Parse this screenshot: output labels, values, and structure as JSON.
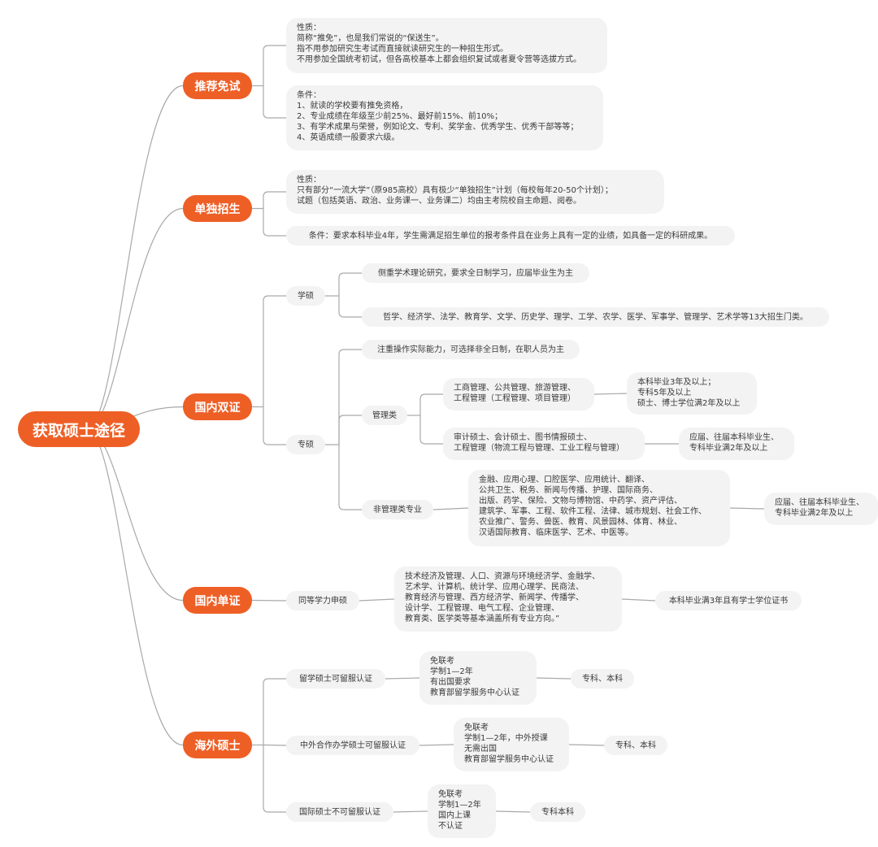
{
  "root": "获取硕士途径",
  "nodes": {
    "b_tuimian": "推荐免试",
    "tm_xingzhi": "性质：\n简称“推免”，也是我们常说的“保送生”。\n指不用参加研究生考试而直接就读研究生的一种招生形式。\n不用参加全国统考初试，但各高校基本上都会组织复试或者夏令营等选拔方式。",
    "tm_tiaojian": "条件：\n1、就读的学校要有推免资格，\n2、专业成绩在年级至少前25%、最好前15%、前10%；\n3、有学术成果与荣誉，例如论文、专利、奖学金、优秀学生、优秀干部等等；\n4、英语成绩一般要求六级。",
    "b_dandu": "单独招生",
    "dd_xingzhi": "性质：\n只有部分“一流大学”（原985高校）具有极少“单独招生”计划（每校每年20-50个计划）；\n试题（包括英语、政治、业务课一、业务课二）均由主考院校自主命题、阅卷。",
    "dd_tiaojian": "条件：要求本科毕业4年，学生需满足招生单位的报考条件且在业务上具有一定的业绩，如具备一定的科研成果。",
    "b_shuangzheng": "国内双证",
    "xueshuo": "学硕",
    "xs_1": "侧重学术理论研究，要求全日制学习，应届毕业生为主",
    "xs_2": "哲学、经济学、法学、教育学、文学、历史学、理学、工学、农学、医学、军事学、管理学、艺术学等13大招生门类。",
    "zhuanshuo": "专硕",
    "zs_1": "注重操作实际能力，可选择非全日制，在职人员为主",
    "guanli": "管理类",
    "gl_1": "工商管理、公共管理、旅游管理、\n工程管理（工程管理、项目管理）",
    "gl_1r": "本科毕业3年及以上；\n专科5年及以上\n硕士、博士学位满2年及以上",
    "gl_2": "审计硕士、会计硕士、图书情报硕士、\n工程管理（物流工程与管理、工业工程与管理）",
    "gl_2r": "应届、往届本科毕业生、\n专科毕业满2年及以上",
    "feiguanli": "非管理类专业",
    "fg_1": "金融、应用心理、口腔医学、应用统计、翻译、\n公共卫生、税务、新闻与传播、护理、国际商务、\n出版、药学、保险、文物与博物馆、中药学、资产评估、\n建筑学、军事、工程、软件工程、法律、城市规划、社会工作、\n农业推广、警务、兽医、教育、风景园林、体育、林业、\n汉语国际教育、临床医学、艺术、中医等。",
    "fg_1r": "应届、往届本科毕业生、\n专科毕业满2年及以上",
    "b_danzheng": "国内单证",
    "tongdeng": "同等学力申硕",
    "td_1": "技术经济及管理、人口、资源与环境经济学、金融学、\n艺术学、计算机、统计学、应用心理学、民商法、\n教育经济与管理、西方经济学、新闻学、传播学、\n设计学、工程管理、电气工程、企业管理、\n教育类、医学类等基本涵盖所有专业方向。”",
    "td_1r": "本科毕业满3年且有学士学位证书",
    "b_haiwai": "海外硕士",
    "hw_1": "留学硕士可留服认证",
    "hw_1a": "免联考\n学制1—2年\n有出国要求\n教育部留学服务中心认证",
    "hw_1b": "专科、本科",
    "hw_2": "中外合作办学硕士可留服认证",
    "hw_2a": "免联考\n学制1—2年，中外授课\n无需出国\n教育部留学服务中心认证",
    "hw_2b": "专科、本科",
    "hw_3": "国际硕士不可留服认证",
    "hw_3a": "免联考\n学制1—2年\n国内上课\n不认证",
    "hw_3b": "专科本科"
  },
  "colors": {
    "accent": "#ee5f26",
    "line": "#a9a9a9",
    "leaf_bg": "#f3f3f3"
  }
}
